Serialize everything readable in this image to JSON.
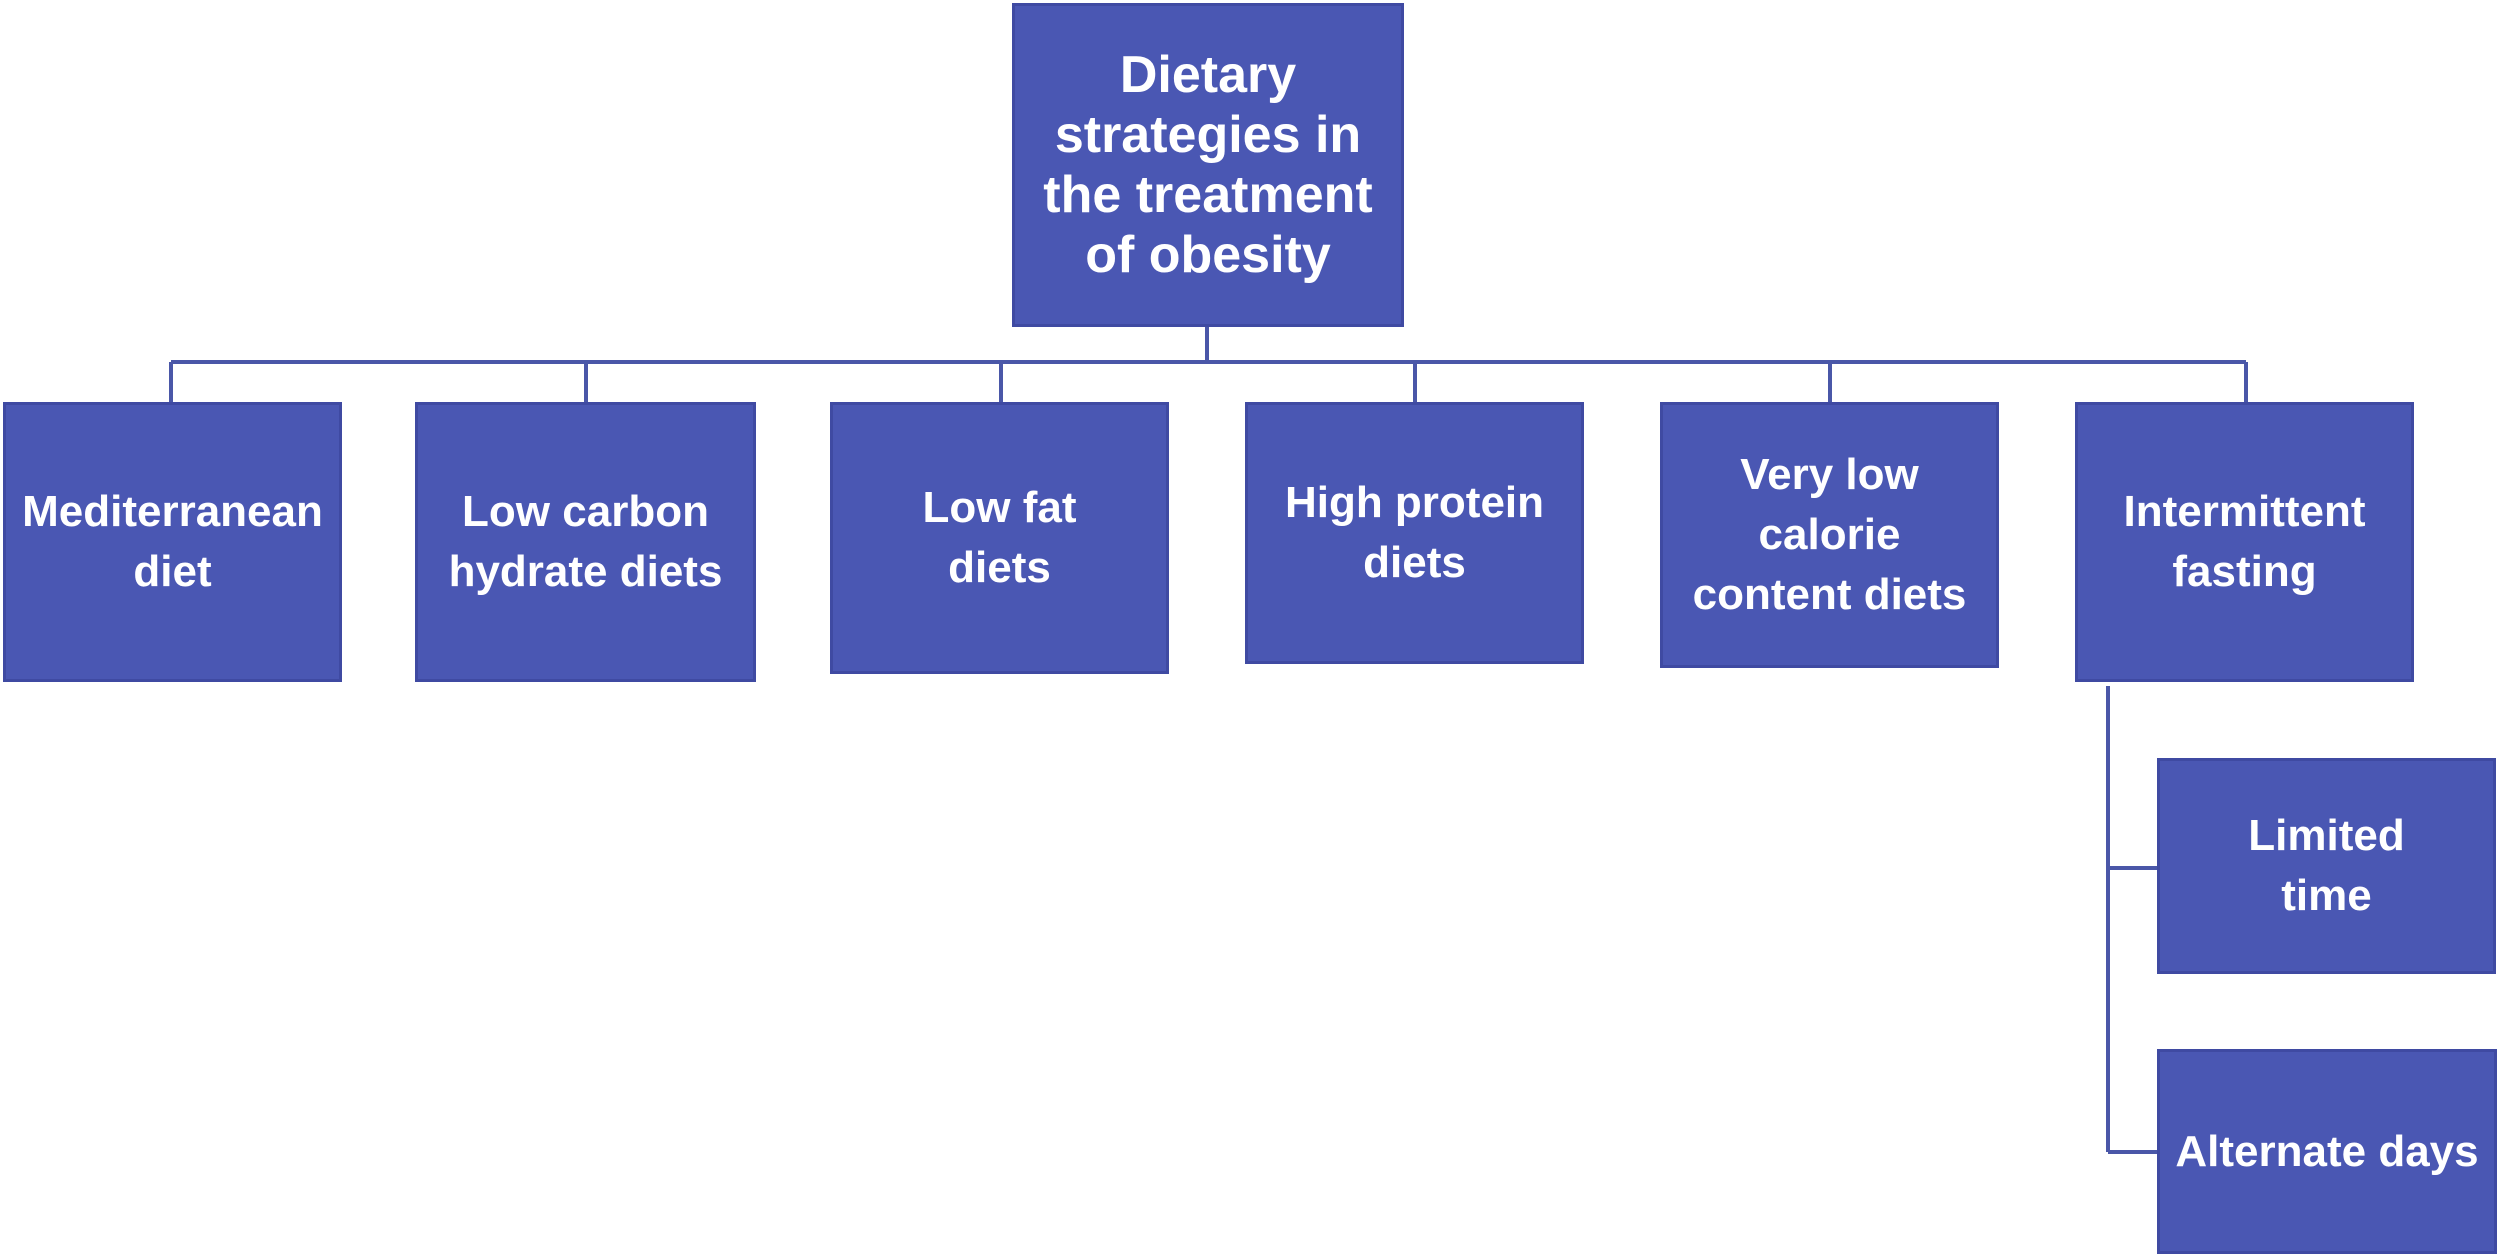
{
  "diagram": {
    "root": {
      "label_lines": [
        "Dietary",
        "strategies in",
        "the treatment",
        "of obesity"
      ]
    },
    "strategies": [
      {
        "label_lines": [
          "Mediterranean",
          "diet"
        ]
      },
      {
        "label_lines": [
          "Low carbon",
          "hydrate diets"
        ]
      },
      {
        "label_lines": [
          "Low fat",
          "diets"
        ]
      },
      {
        "label_lines": [
          "High protein",
          "diets"
        ]
      },
      {
        "label_lines": [
          "Very low",
          "calorie",
          "content diets"
        ]
      },
      {
        "label_lines": [
          "Intermittent",
          "fasting"
        ]
      }
    ],
    "fasting_types": [
      {
        "label_lines": [
          "Limited",
          "time"
        ]
      },
      {
        "label_lines": [
          "Alternate days"
        ]
      }
    ]
  },
  "colors": {
    "box_fill": "#4a57b3",
    "box_border": "#3f4aa2",
    "connector": "#4a57a8",
    "text": "#ffffff"
  }
}
